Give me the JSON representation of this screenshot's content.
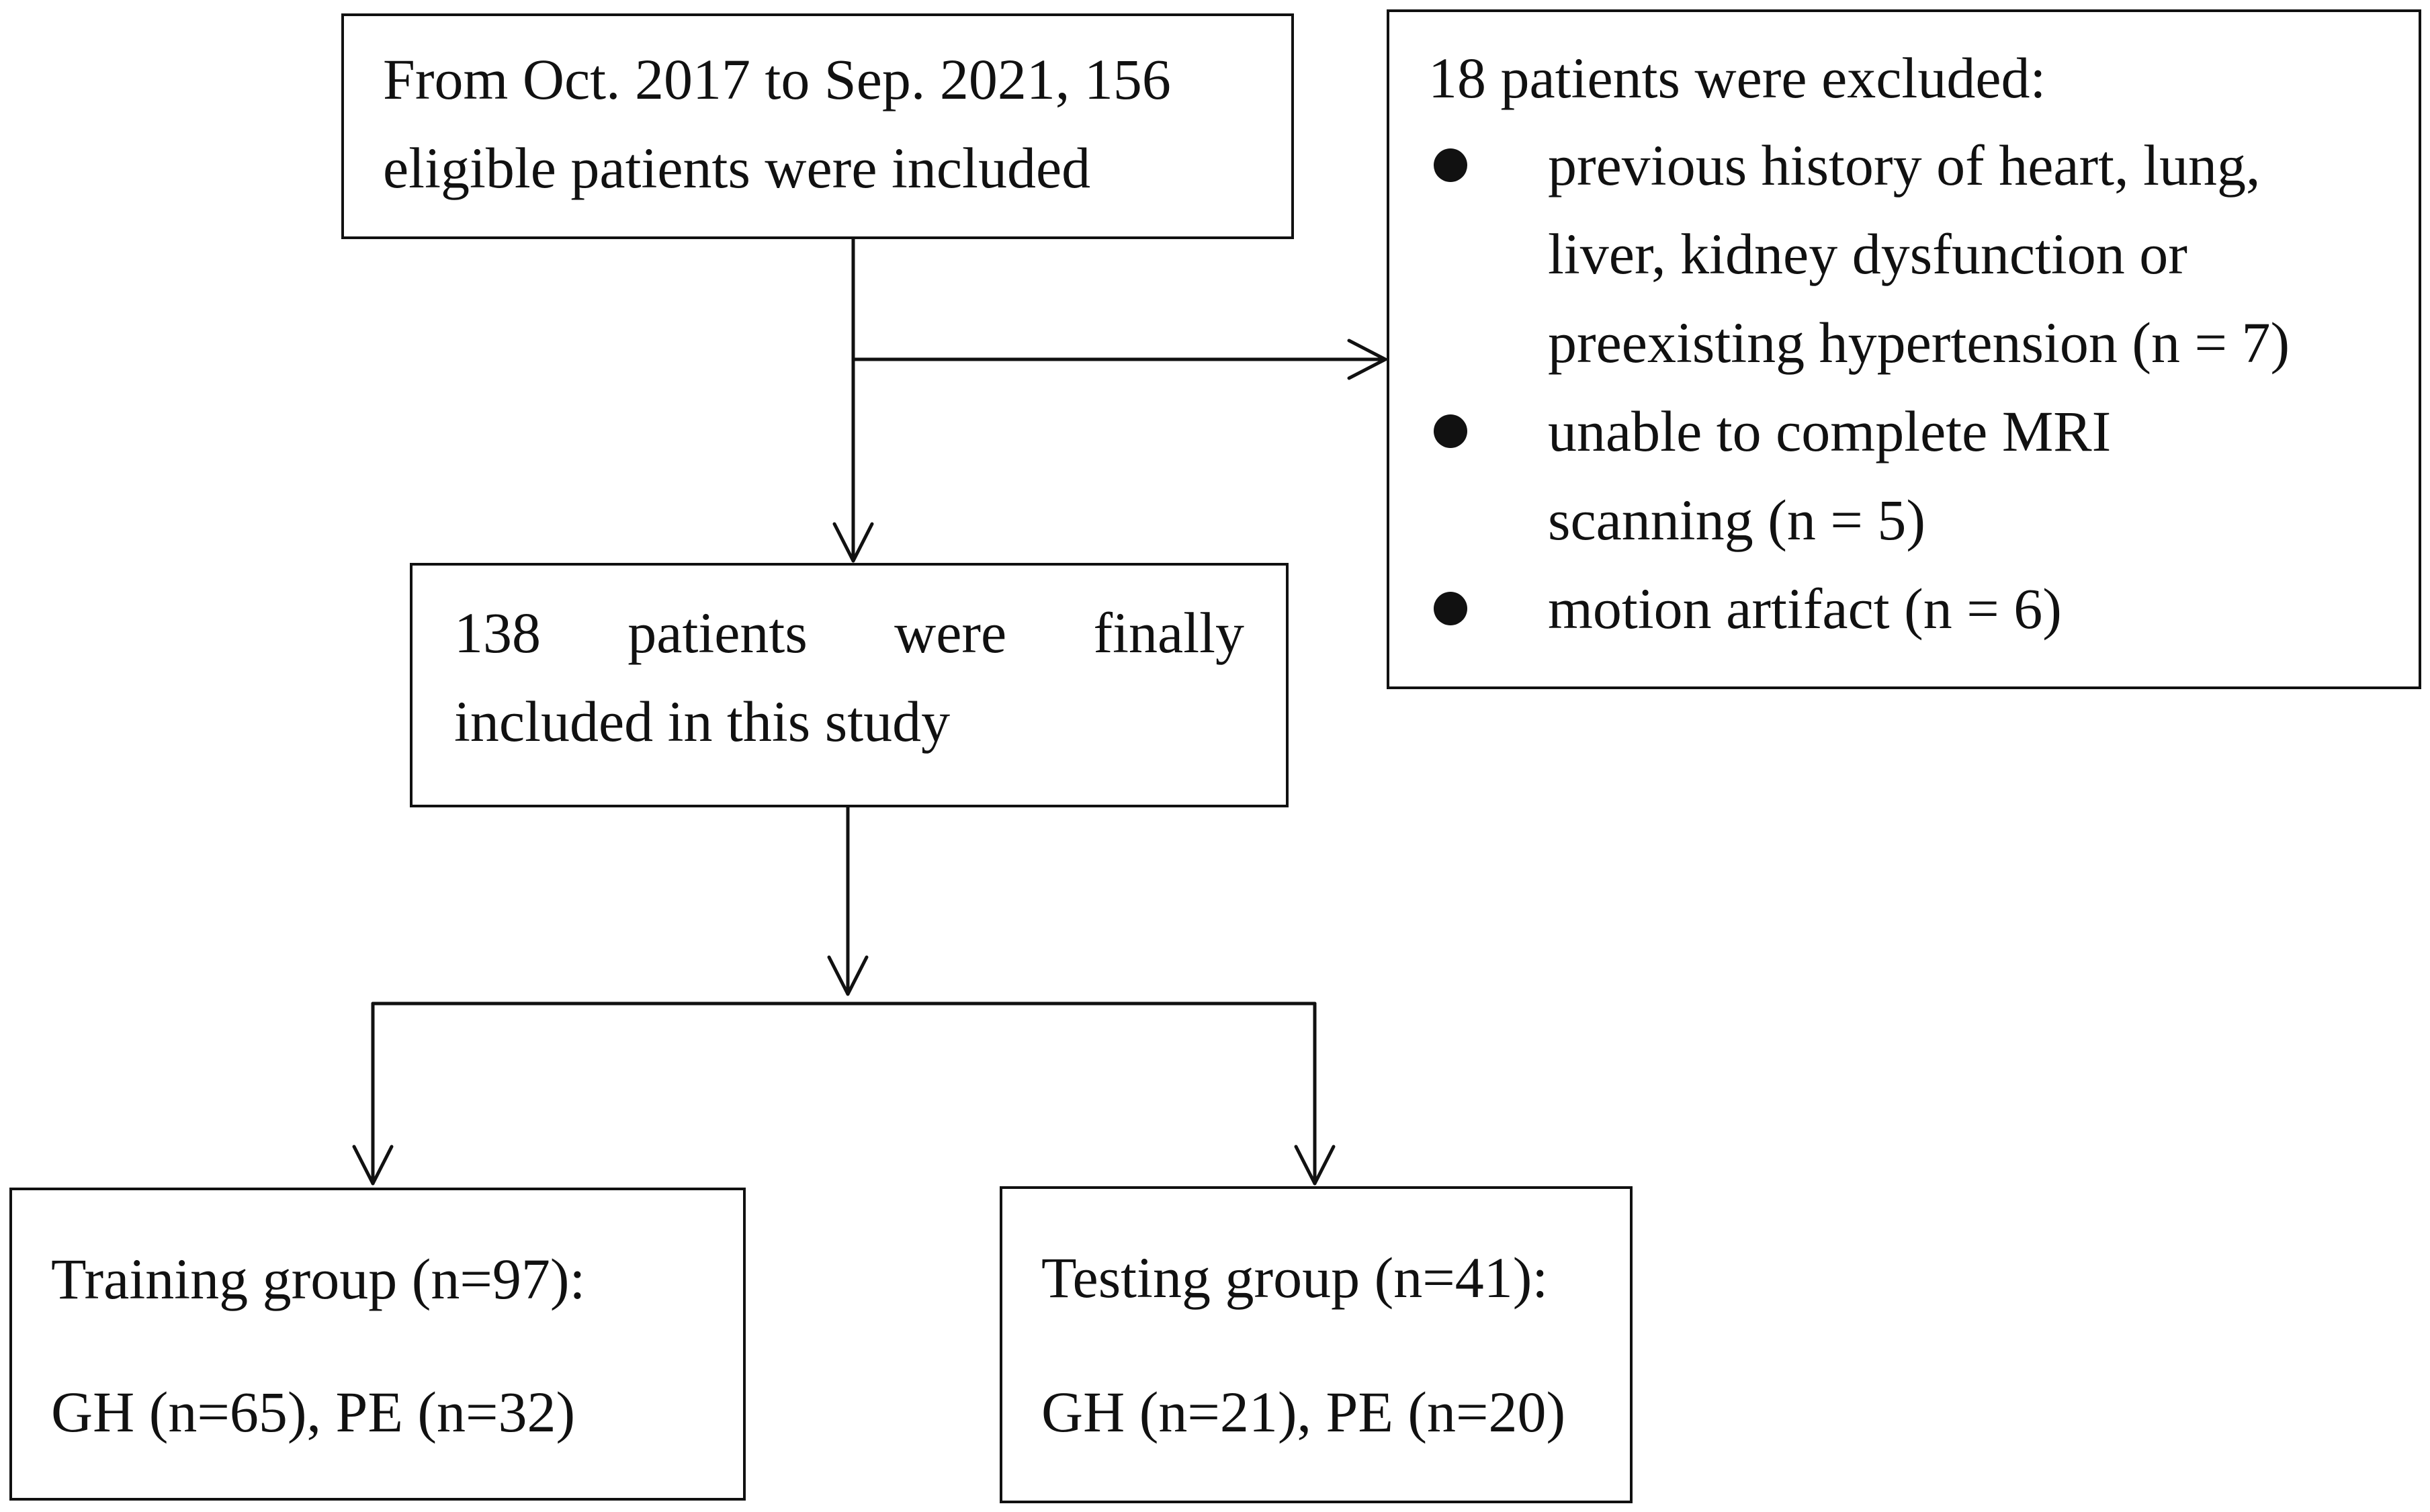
{
  "boxes": {
    "inclusion": {
      "line1": "From Oct. 2017 to Sep. 2021, 156",
      "line2": "eligible patients were included"
    },
    "exclusion": {
      "heading": "18 patients were excluded:",
      "items": [
        {
          "lines": [
            "previous history of heart, lung,",
            "liver, kidney dysfunction or",
            "preexisting hypertension (n = 7)"
          ]
        },
        {
          "lines": [
            "unable to complete MRI",
            "scanning (n = 5)"
          ]
        },
        {
          "lines": [
            "motion artifact (n = 6)"
          ]
        }
      ]
    },
    "final": {
      "line1": "138 patients were finally",
      "line2": "included in this study"
    },
    "training": {
      "line1": "Training group (n=97):",
      "line2": "GH (n=65), PE (n=32)"
    },
    "testing": {
      "line1": "Testing group (n=41):",
      "line2": "GH (n=21), PE (n=20)"
    }
  }
}
